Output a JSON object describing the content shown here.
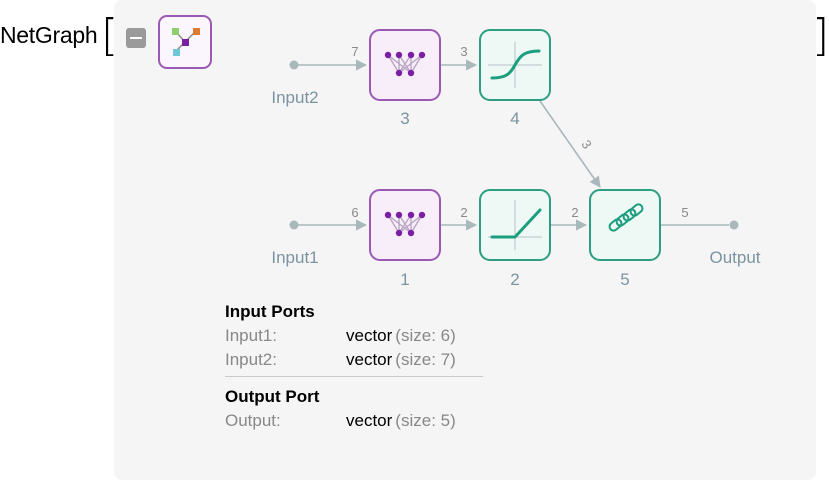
{
  "header": {
    "label": "NetGraph",
    "open_bracket": "[",
    "close_bracket": "]"
  },
  "graph": {
    "inputs": [
      {
        "name": "Input2",
        "size": "7"
      },
      {
        "name": "Input1",
        "size": "6"
      }
    ],
    "output": {
      "name": "Output",
      "size": "5"
    },
    "nodes": [
      {
        "id": "3",
        "type": "linear"
      },
      {
        "id": "4",
        "type": "sigmoid"
      },
      {
        "id": "1",
        "type": "linear"
      },
      {
        "id": "2",
        "type": "ramp"
      },
      {
        "id": "5",
        "type": "catenate"
      }
    ],
    "edges": {
      "e3to4": "3",
      "e4to5": "3",
      "e1to2": "2",
      "e2to5": "2"
    }
  },
  "ports": {
    "input_title": "Input Ports",
    "inputs": [
      {
        "name": "Input1:",
        "type": "vector",
        "detail": "(size: 6)"
      },
      {
        "name": "Input2:",
        "type": "vector",
        "detail": "(size: 7)"
      }
    ],
    "output_title": "Output Port",
    "outputs": [
      {
        "name": "Output:",
        "type": "vector",
        "detail": "(size: 5)"
      }
    ]
  },
  "colors": {
    "purple": "#9b59b6",
    "purple_dark": "#7a1fa2",
    "teal": "#2e9e82",
    "edge_gray": "#a9b8bb",
    "label_gray": "#7b94a0"
  }
}
